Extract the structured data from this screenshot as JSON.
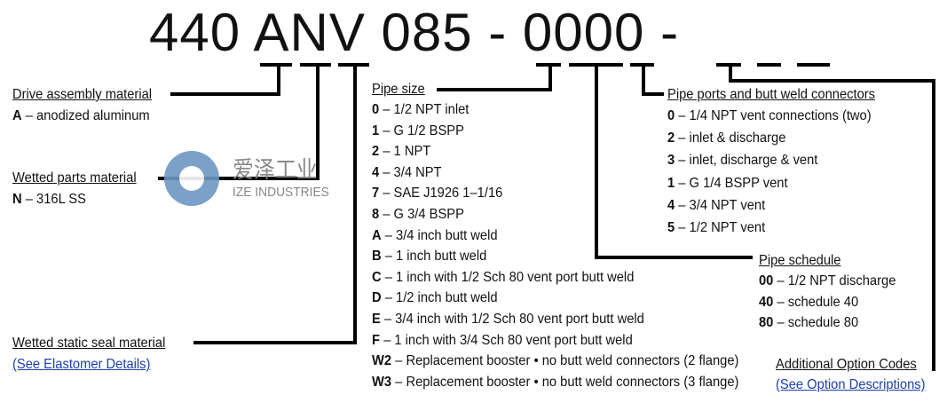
{
  "code": "440 ANV 085 - 0000 -",
  "drive": {
    "title": "Drive assembly material",
    "items": [
      {
        "k": "A",
        "v": " – anodized aluminum"
      }
    ]
  },
  "wetted": {
    "title": "Wetted parts material",
    "items": [
      {
        "k": "N",
        "v": " – 316L SS"
      }
    ]
  },
  "seal": {
    "title": "Wetted static seal material",
    "link": "(See Elastomer Details)"
  },
  "watermark": {
    "cn": "爱泽工业",
    "en": "IZE INDUSTRIES"
  },
  "pipe_size": {
    "title": "Pipe size",
    "items": [
      {
        "k": "0",
        "v": " – 1/2 NPT inlet"
      },
      {
        "k": "1",
        "v": " – G 1/2 BSPP"
      },
      {
        "k": "2",
        "v": " – 1 NPT"
      },
      {
        "k": "4",
        "v": " – 3/4 NPT"
      },
      {
        "k": "7",
        "v": " – SAE J1926  1–1/16"
      },
      {
        "k": "8",
        "v": " – G 3/4 BSPP"
      },
      {
        "k": "A",
        "v": " – 3/4 inch butt weld"
      },
      {
        "k": "B",
        "v": " – 1 inch butt weld"
      },
      {
        "k": "C",
        "v": " – 1 inch with 1/2 Sch 80 vent port butt weld"
      },
      {
        "k": "D",
        "v": " – 1/2 inch butt weld"
      },
      {
        "k": "E",
        "v": "  – 3/4 inch with 1/2 Sch 80 vent port butt weld"
      },
      {
        "k": "F",
        "v": "  – 1 inch with 3/4 Sch 80 vent port butt weld"
      },
      {
        "k": "W2",
        "v": " – Replacement booster • no butt weld connectors (2 flange)"
      },
      {
        "k": "W3",
        "v": " – Replacement booster • no butt weld connectors (3 flange)"
      }
    ]
  },
  "ports": {
    "title": "Pipe ports and butt weld connectors",
    "items": [
      {
        "k": "0",
        "v": " – 1/4 NPT vent connections (two)"
      },
      {
        "k": "2",
        "v": " – inlet & discharge"
      },
      {
        "k": "3",
        "v": " – inlet, discharge & vent"
      },
      {
        "k": "1",
        "v": " – G 1/4 BSPP vent"
      },
      {
        "k": "4",
        "v": " – 3/4 NPT vent"
      },
      {
        "k": "5",
        "v": " – 1/2 NPT vent"
      }
    ]
  },
  "schedule": {
    "title": "Pipe schedule",
    "items": [
      {
        "k": "00",
        "v": " – 1/2 NPT  discharge"
      },
      {
        "k": "40",
        "v": " – schedule 40"
      },
      {
        "k": "80",
        "v": " – schedule 80"
      }
    ]
  },
  "options": {
    "title": "Additional Option Codes",
    "link": "(See Option Descriptions)"
  }
}
